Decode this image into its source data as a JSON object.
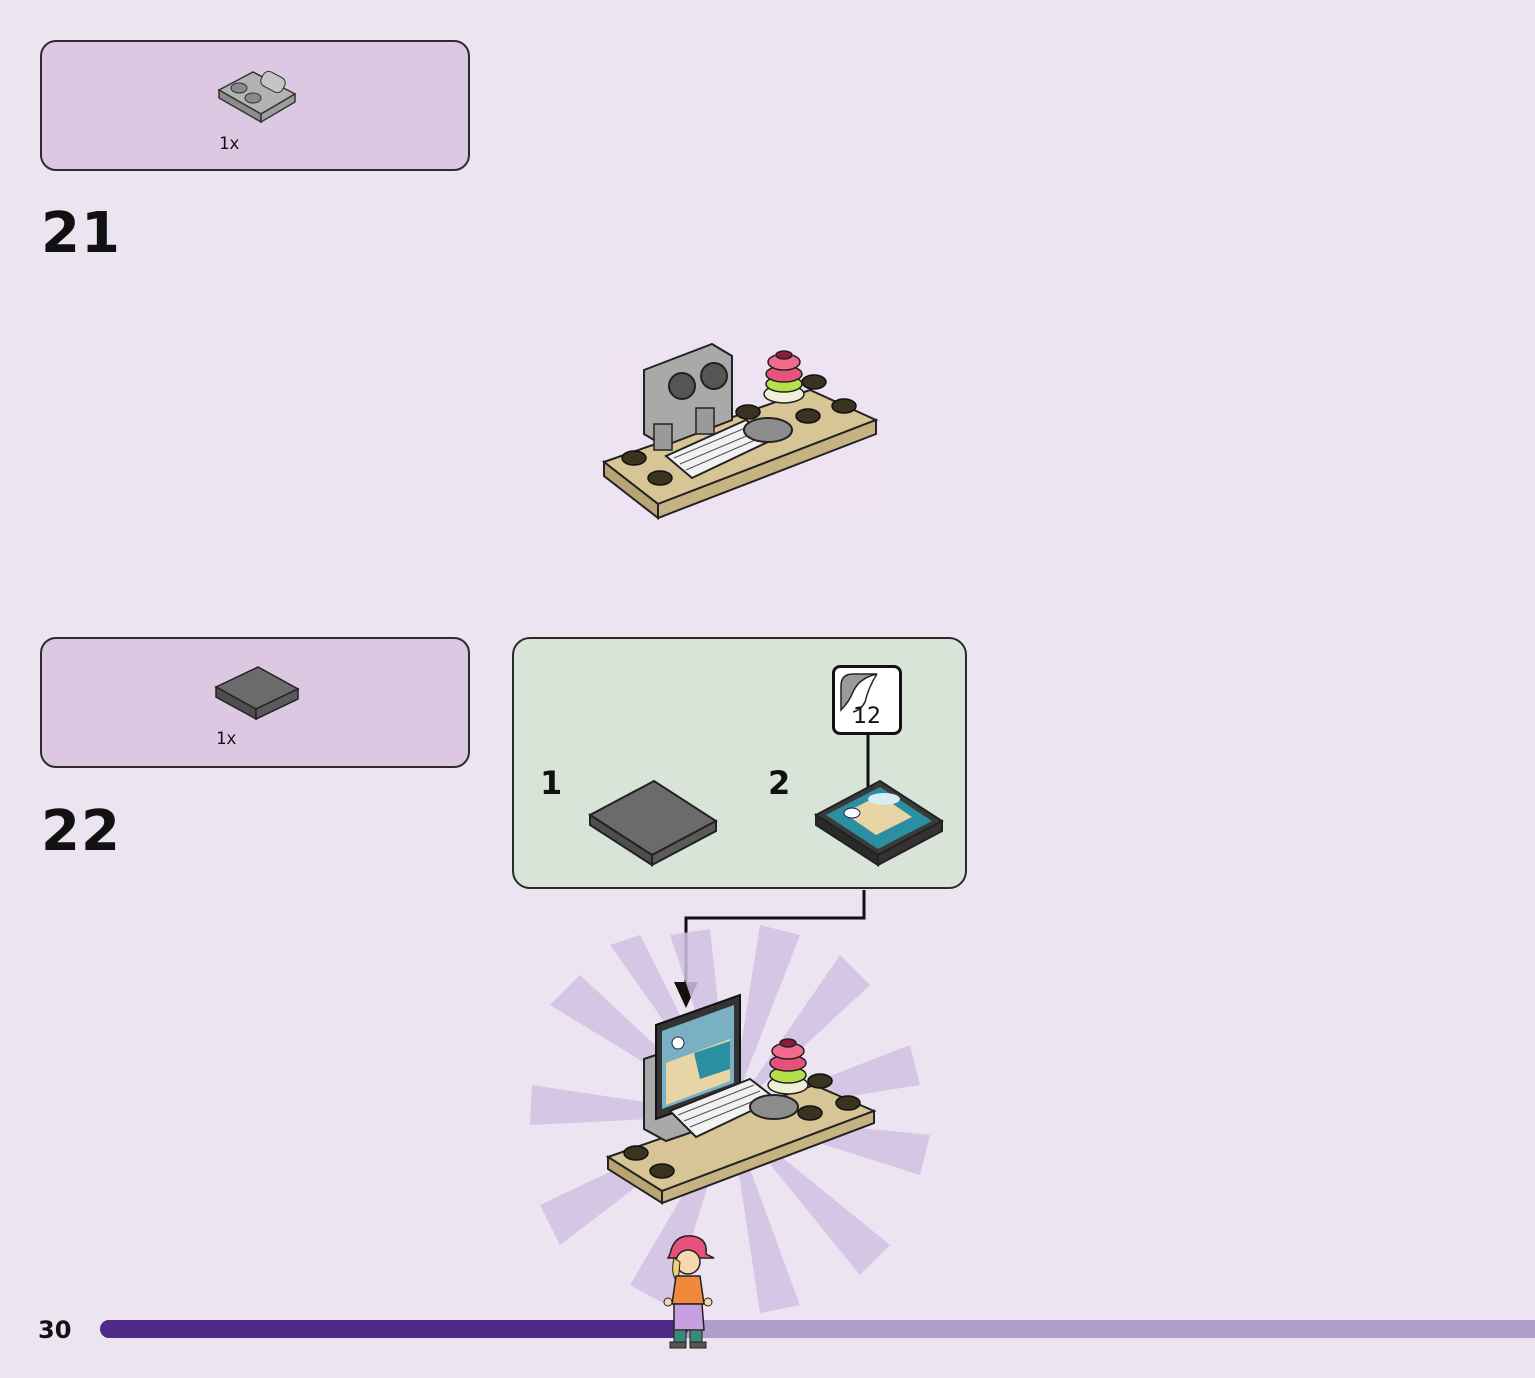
{
  "page": {
    "page_number": "30",
    "progress_fraction": 0.41,
    "progress_fill_color": "#502a89",
    "progress_track_color": "#b19ecb",
    "background_color": "#ece4f1"
  },
  "steps": [
    {
      "number": "21",
      "parts_list": {
        "items": [
          {
            "part_icon": "gray-plate-with-handle",
            "quantity": "1x"
          }
        ],
        "box_color": "#ddc8e3"
      },
      "model": "console-base-with-keyboard-and-flower"
    },
    {
      "number": "22",
      "parts_list": {
        "items": [
          {
            "part_icon": "dark-gray-tile-2x2",
            "quantity": "1x"
          }
        ],
        "box_color": "#ddc8e3"
      },
      "sub_assembly": {
        "box_color": "#d9e4d8",
        "sub_steps": [
          {
            "number": "1",
            "part_icon": "dark-gray-tile-2x2"
          },
          {
            "number": "2",
            "part_icon": "tile-with-map-sticker"
          }
        ],
        "sticker_number": "12"
      },
      "model": "console-with-map-screen"
    }
  ]
}
